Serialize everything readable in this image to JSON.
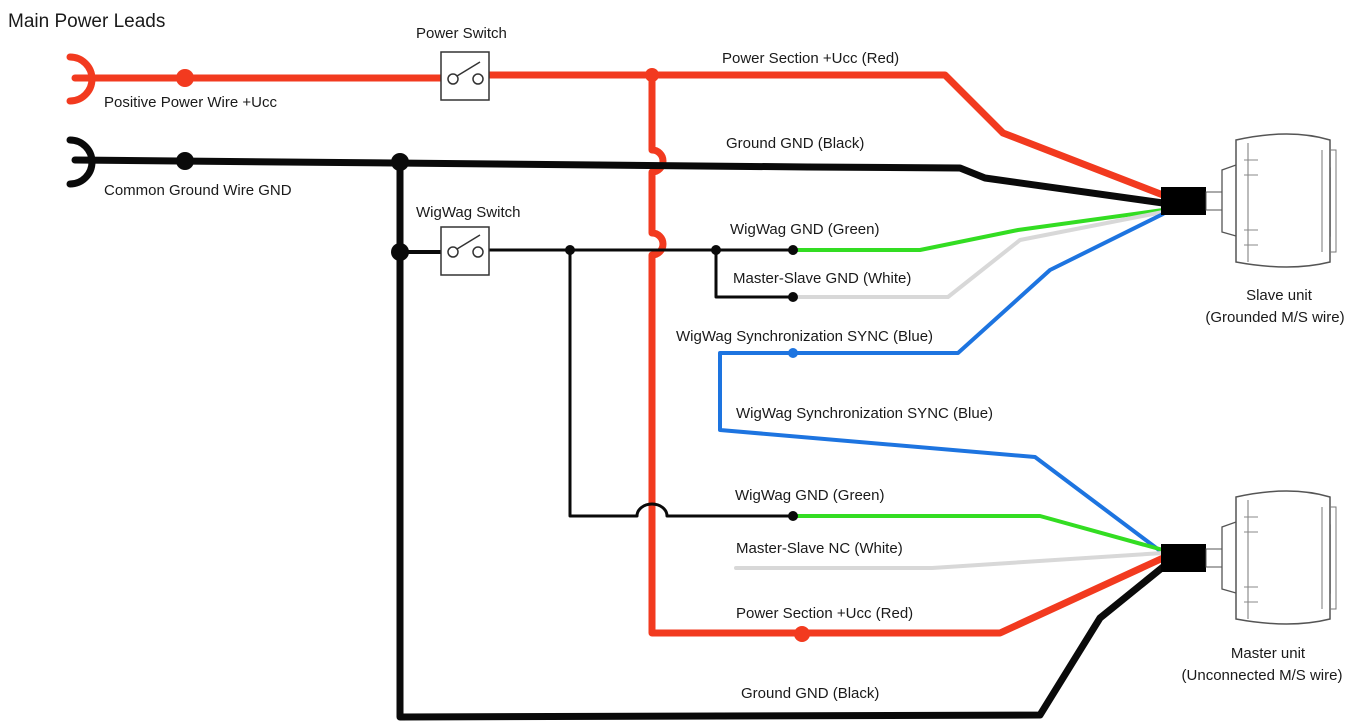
{
  "title": "Main Power Leads",
  "colors": {
    "red": "#f23a1f",
    "black": "#0a0a0a",
    "green": "#33dd22",
    "white_wire": "#d8d8d8",
    "blue": "#1d74e0"
  },
  "labels": {
    "positive_power_wire": "Positive Power Wire +Ucc",
    "common_ground_wire": "Common Ground Wire GND",
    "power_switch": "Power Switch",
    "wigwag_switch": "WigWag Switch",
    "slave_power_red": "Power Section +Ucc (Red)",
    "slave_ground_black": "Ground GND (Black)",
    "slave_wigwag_green": "WigWag GND (Green)",
    "slave_ms_white": "Master-Slave GND (White)",
    "slave_sync_blue": "WigWag Synchronization SYNC (Blue)",
    "master_sync_blue": "WigWag Synchronization SYNC (Blue)",
    "master_wigwag_green": "WigWag GND (Green)",
    "master_ms_white": "Master-Slave NC (White)",
    "master_power_red": "Power Section +Ucc (Red)",
    "master_ground_black": "Ground GND (Black)"
  },
  "units": {
    "slave": {
      "name": "Slave unit",
      "note": "(Grounded M/S wire)"
    },
    "master": {
      "name": "Master unit",
      "note": "(Unconnected M/S wire)"
    }
  }
}
